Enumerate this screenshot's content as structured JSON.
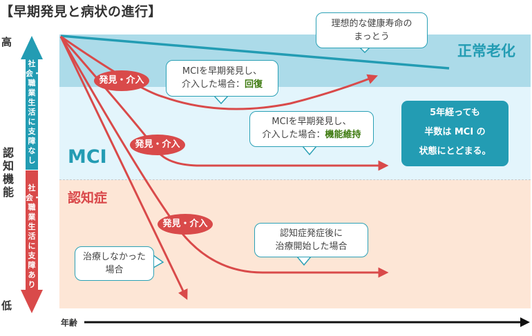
{
  "title": "【早期発見と病状の進行】",
  "zones": {
    "normal": {
      "label": "正常老化",
      "color": "#acdbe9"
    },
    "mci": {
      "label": "MCI",
      "color": "#e3f5fc"
    },
    "dementia": {
      "label": "認知症",
      "color": "#fde6d6"
    }
  },
  "y_axis": {
    "high": "高",
    "low": "低",
    "label": "認知機能",
    "up_arrow_text": "社会・職業生活に支障なし",
    "down_arrow_text": "社会・職業生活に支障あり",
    "up_color": "#239cb3",
    "down_color": "#d94a4a"
  },
  "x_axis": {
    "label": "年齢"
  },
  "bubbles": {
    "ideal": [
      "理想的な健康寿命の",
      "まっとう"
    ],
    "recover_line1": "MCIを早期発見し、",
    "recover_line2_prefix": "介入した場合：",
    "recover_emph": "回復",
    "maintain_line1": "MCIを早期発見し、",
    "maintain_line2_prefix": "介入した場合：",
    "maintain_emph": "機能維持",
    "untreated": [
      "治療しなかった",
      "場合"
    ],
    "after_onset": [
      "認知症発症後に",
      "治療開始した場合"
    ]
  },
  "intervention_label": "発見・介入",
  "info_box": [
    "5年経っても",
    "半数は MCI の",
    "状態にとどまる。"
  ],
  "colors": {
    "teal": "#239cb3",
    "red": "#d94a4a",
    "emphasis_green": "#3d7a0f"
  }
}
